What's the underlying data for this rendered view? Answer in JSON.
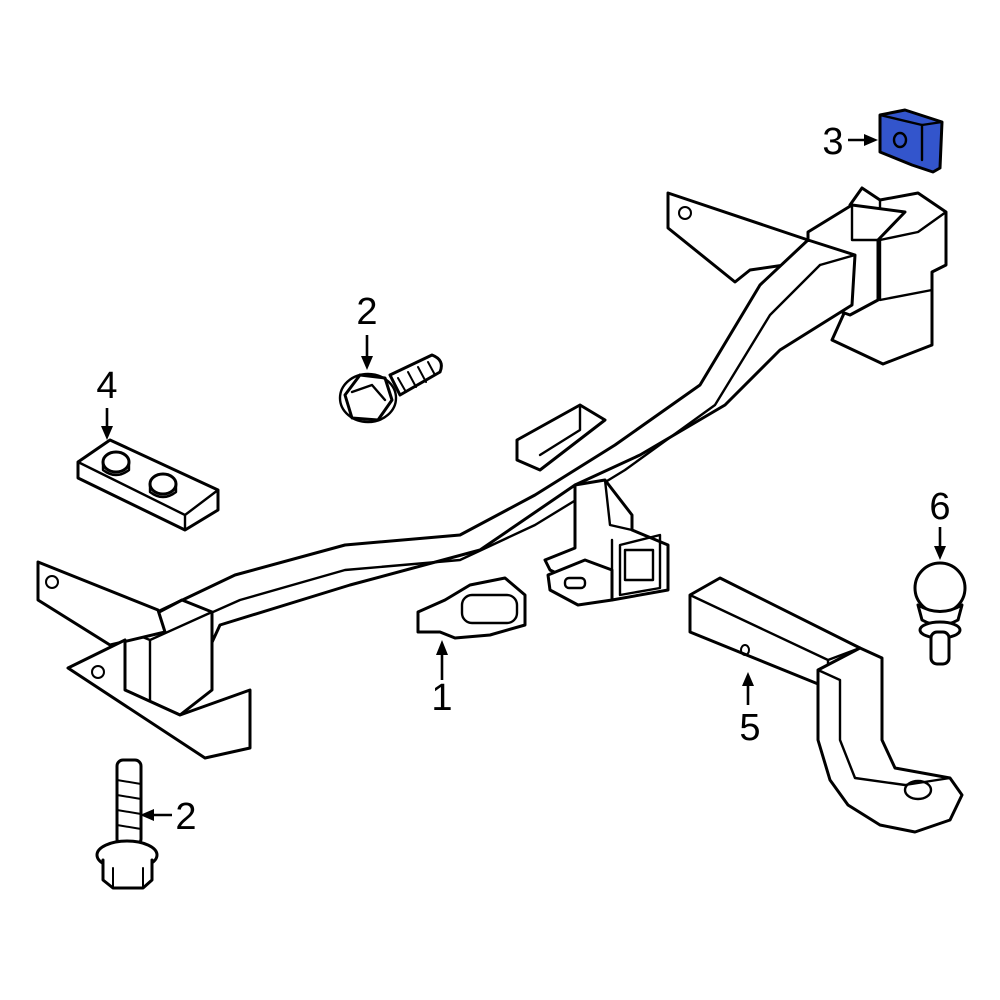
{
  "highlight_color": "#3355cc",
  "callouts": {
    "part1": "1",
    "part2_upper": "2",
    "part2_lower": "2",
    "part3": "3",
    "part4": "4",
    "part5": "5",
    "part6": "6"
  }
}
